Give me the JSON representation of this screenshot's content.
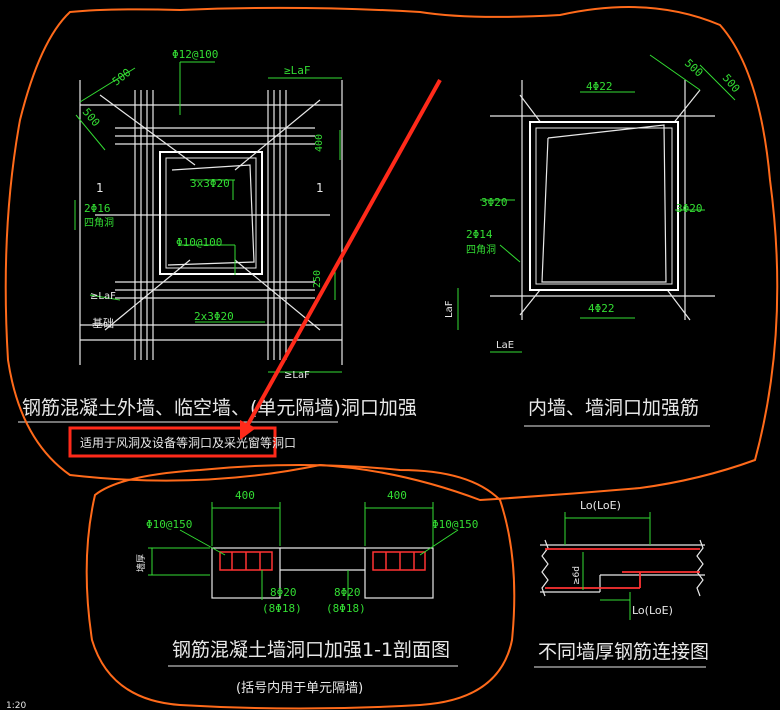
{
  "drawing": {
    "left_panel": {
      "title": "钢筋混凝土外墙、临空墙、(单元隔墙)洞口加强",
      "note": "适用于风洞及设备等洞口及采光窗等洞口",
      "labels": {
        "d500a": "500",
        "d500b": "500",
        "rebar_top": "Φ12@100",
        "lof_top": "≥LaF",
        "d400": "400",
        "rebar_3x3": "3x3Φ20",
        "section_l": "1",
        "section_r": "1",
        "rebar_2phi16": "2Φ16",
        "four_corner": "四角洞",
        "rebar_phi10": "Φ10@100",
        "lof_left": "≥LaF",
        "d250": "250",
        "rebar_2x3": "2x3Φ20",
        "foundation": "基础",
        "lof_bottom": "≥LaF"
      }
    },
    "right_panel": {
      "title": "内墙、墙洞口加强筋",
      "labels": {
        "d500a": "500",
        "d500b": "500",
        "rebar_top": "4Φ22",
        "rebar_left": "3Φ20",
        "rebar_right": "3Φ20",
        "rebar_2phi14": "2Φ14",
        "four_corner": "四角洞",
        "rebar_bottom": "4Φ22",
        "laf": "LaF",
        "lae": "LaE"
      }
    },
    "section_panel": {
      "title": "钢筋混凝土墙洞口加强1-1剖面图",
      "note": "(括号内用于单元隔墙)",
      "labels": {
        "d400_left": "400",
        "d400_right": "400",
        "stirrup_left": "Φ10@150",
        "stirrup_right": "Φ10@150",
        "wall_thk": "墙厚",
        "bars_left": "8Φ20",
        "bars_left_alt": "(8Φ18)",
        "bars_right": "8Φ20",
        "bars_right_alt": "(8Φ18)"
      }
    },
    "connect_panel": {
      "title": "不同墙厚钢筋连接图",
      "labels": {
        "lo_top": "Lo(LoE)",
        "lo_bottom": "Lo(LoE)",
        "rot": "≥6d"
      }
    },
    "corner_text": "1:20"
  },
  "colors": {
    "background": "#000000",
    "wall_line": "#ffffff",
    "rebar": "#e8e8e8",
    "dimension": "#33dd33",
    "hatch": "#ff3333",
    "markup": "#ff6a1a",
    "arrow": "#ff2a1a"
  }
}
